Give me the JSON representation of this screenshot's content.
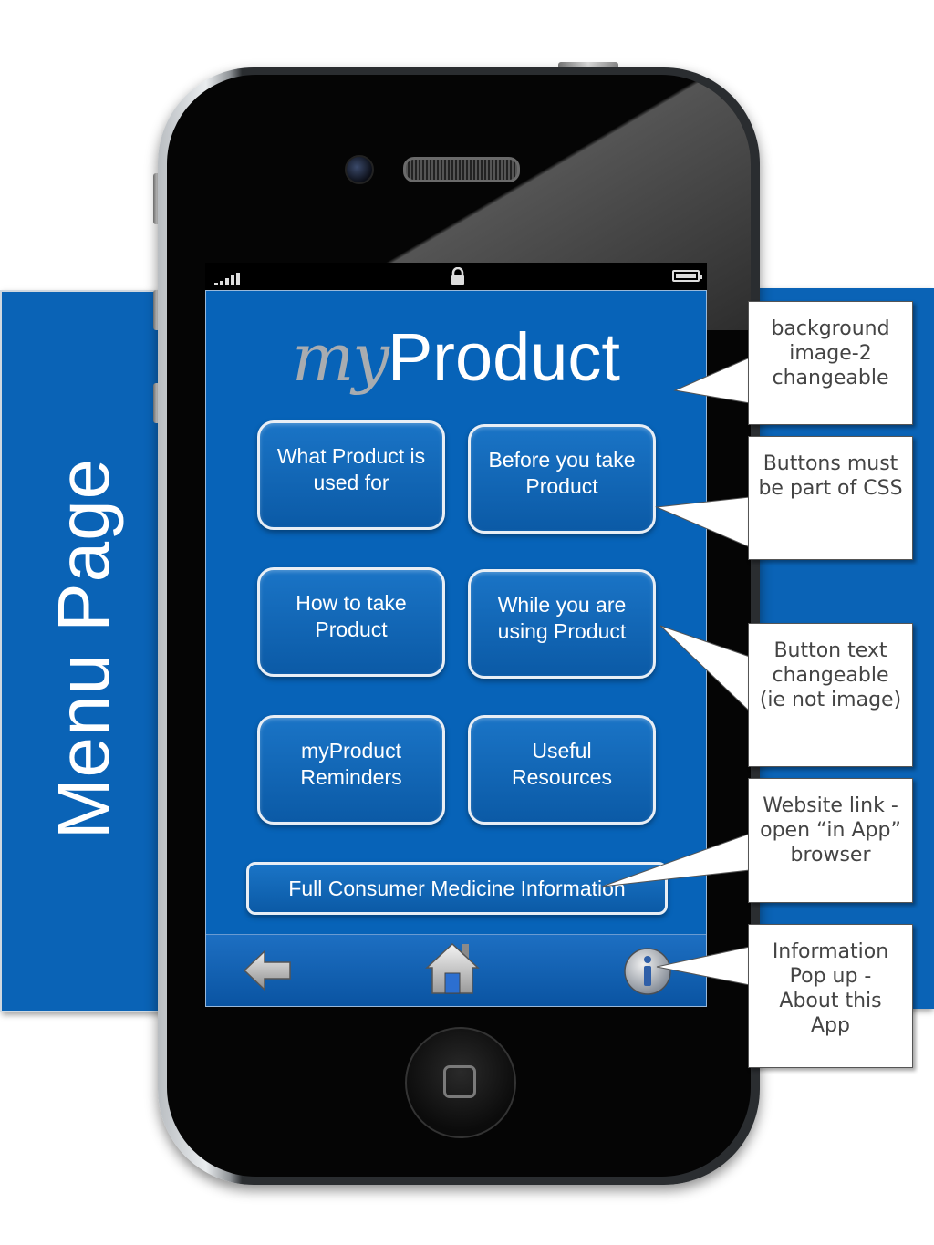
{
  "page": {
    "title": "Menu Page"
  },
  "status_bar": {
    "signal_icon": "signal-icon",
    "lock_icon": "lock-icon",
    "battery_icon": "battery-icon"
  },
  "app": {
    "logo_prefix": "my",
    "logo_suffix": "Product",
    "menu_buttons": [
      {
        "label": "What Product is used for"
      },
      {
        "label": "Before you take Product"
      },
      {
        "label": "How to take Product"
      },
      {
        "label": "While you are using Product"
      },
      {
        "label": "myProduct Reminders"
      },
      {
        "label": "Useful Resources"
      }
    ],
    "full_info_button": "Full Consumer Medicine Information",
    "nav": {
      "back_icon": "back-arrow-icon",
      "home_icon": "home-icon",
      "info_icon": "info-icon"
    }
  },
  "callouts": [
    {
      "text": "background image-2 changeable"
    },
    {
      "text": "Buttons must be part of CSS"
    },
    {
      "text": "Button text changeable (ie not image)"
    },
    {
      "text": "Website link  - open “in App” browser"
    },
    {
      "text": "Information Pop up  - About this App"
    }
  ],
  "colors": {
    "screen_blue": "#0763b8",
    "panel_blue": "#0a63b6",
    "logo_grey": "#a8acb0",
    "button_border": "#e8eef5"
  }
}
